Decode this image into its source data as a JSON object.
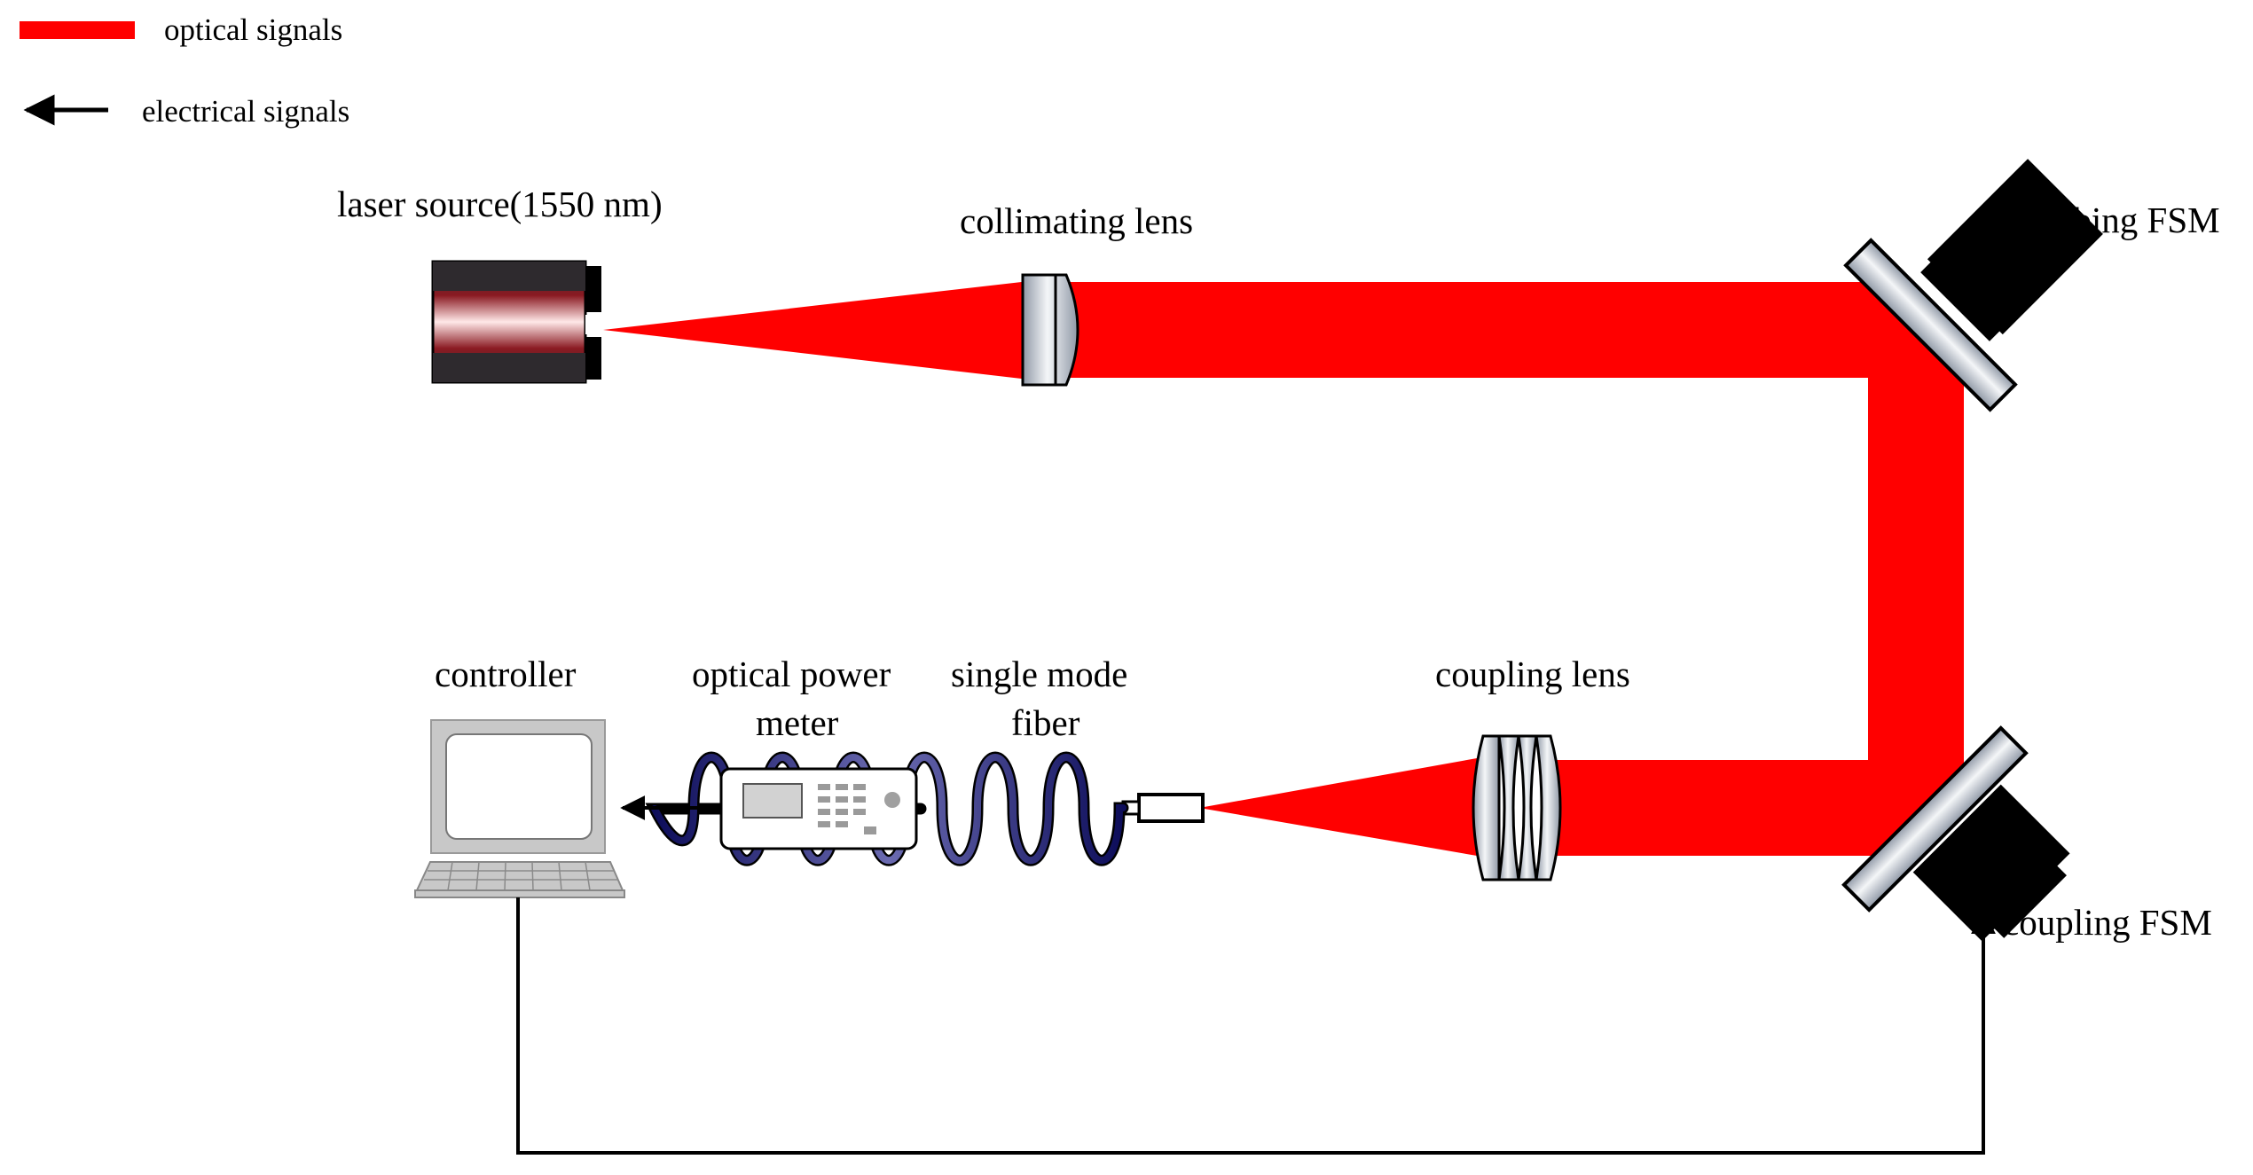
{
  "legend": {
    "optical_label": "optical signals",
    "electrical_label": "electrical signals"
  },
  "labels": {
    "laser_source": "laser source(1550 nm)",
    "collimating_lens": "collimating lens",
    "disturbing_fsm": "disturbing FSM",
    "controller": "controller",
    "optical_power_meter_line1": "optical power",
    "optical_power_meter_line2": "meter",
    "single_mode_fiber_line1": "single mode",
    "single_mode_fiber_line2": "fiber",
    "coupling_lens": "coupling lens",
    "coupling_fsm": "coupling FSM"
  },
  "colors": {
    "optical_beam": "#ff0000",
    "electrical_line": "#000000",
    "fiber": "#1a1a6e",
    "computer": "#c8c8c8",
    "mirror_glass": "#b0b8c4",
    "mount": "#000000"
  }
}
